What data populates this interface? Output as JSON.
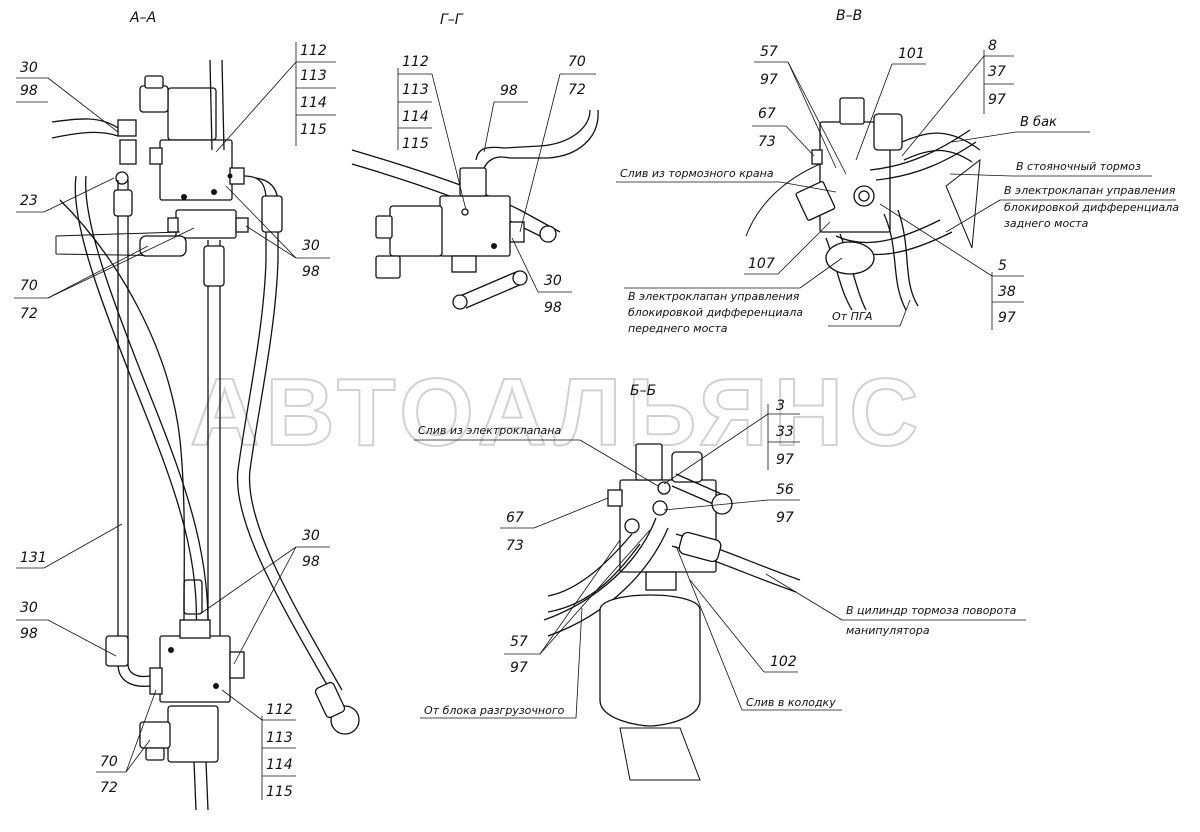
{
  "watermark": "АВТОАЛЬЯНС",
  "sections": {
    "aa": "А–А",
    "gg": "Г–Г",
    "vv": "В–В",
    "bb": "Б–Б"
  },
  "callouts_aa": {
    "c30_98_tl": [
      "30",
      "98"
    ],
    "c23": "23",
    "c70_72_l": [
      "70",
      "72"
    ],
    "c112_115_top": [
      "112",
      "113",
      "114",
      "115"
    ],
    "c30_98_r": [
      "30",
      "98"
    ],
    "c131": "131",
    "c30_98_bl": [
      "30",
      "98"
    ],
    "c30_98_mid": [
      "30",
      "98"
    ],
    "c112_115_bot": [
      "112",
      "113",
      "114",
      "115"
    ],
    "c70_72_bot": [
      "70",
      "72"
    ]
  },
  "callouts_gg": {
    "c112_115": [
      "112",
      "113",
      "114",
      "115"
    ],
    "c98": "98",
    "c70_72": [
      "70",
      "72"
    ],
    "c30_98": [
      "30",
      "98"
    ]
  },
  "callouts_vv": {
    "c57_97": [
      "57",
      "97"
    ],
    "c101": "101",
    "c8_37_97": [
      "8",
      "37",
      "97"
    ],
    "c67_73": [
      "67",
      "73"
    ],
    "c107": "107",
    "c5_38_97": [
      "5",
      "38",
      "97"
    ]
  },
  "notes_vv": {
    "to_tank": "В бак",
    "drain_brake_valve": "Слив из тормозного крана",
    "to_parking_brake": "В стояночный тормоз",
    "to_rear_valve": [
      "В электроклапан управления",
      "блокировкой дифференциала",
      "заднего моста"
    ],
    "to_front_valve": [
      "В электроклапан управления",
      "блокировкой дифференциала",
      "переднего моста"
    ],
    "from_pga": "От ПГА"
  },
  "callouts_bb": {
    "c3_33_97": [
      "3",
      "33",
      "97"
    ],
    "c56_97": [
      "56",
      "97"
    ],
    "c67_73": [
      "67",
      "73"
    ],
    "c57_97": [
      "57",
      "97"
    ],
    "c102": "102"
  },
  "notes_bb": {
    "drain_electrovalve": "Слив из электроклапана",
    "to_brake_cylinder": [
      "В цилиндр тормоза поворота",
      "манипулятора"
    ],
    "drain_to_block": "Слив в колодку",
    "from_unloading_block": "От блока разгрузочного"
  }
}
